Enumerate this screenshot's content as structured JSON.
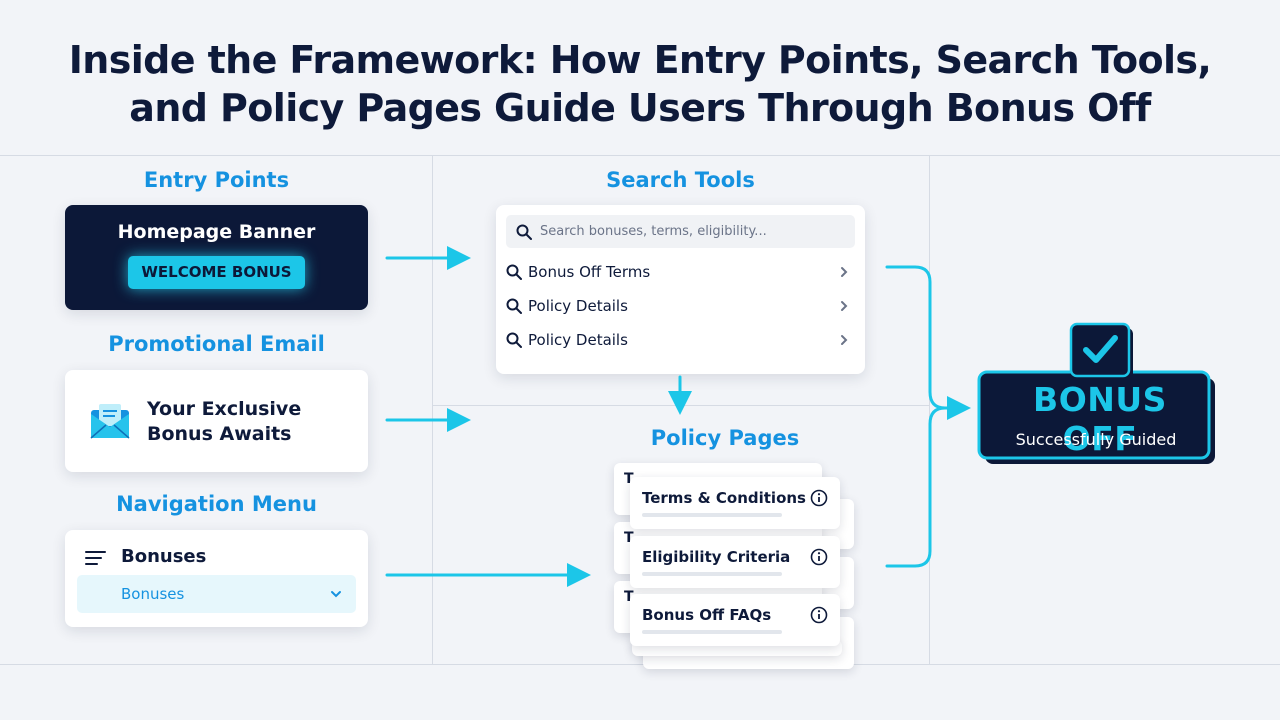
{
  "title": {
    "line1": "Inside the Framework: How Entry Points, Search Tools,",
    "line2": "and Policy Pages Guide Users Through Bonus Off"
  },
  "entry_points": {
    "title": "Entry Points",
    "banner": {
      "title": "Homepage Banner",
      "button": "WELCOME BONUS"
    }
  },
  "promotional_email": {
    "title": "Promotional Email",
    "line1": "Your Exclusive",
    "line2": "Bonus Awaits",
    "icon": "envelope-icon"
  },
  "navigation_menu": {
    "title": "Navigation Menu",
    "label": "Bonuses",
    "selected": "Bonuses",
    "icon": "menu-icon"
  },
  "search_tools": {
    "title": "Search Tools",
    "placeholder": "Search bonuses, terms, eligibility...",
    "results": [
      "Bonus Off Terms",
      "Policy Details",
      "Policy Details"
    ]
  },
  "policy_pages": {
    "title": "Policy Pages",
    "items": [
      "Terms & Conditions",
      "Eligibility Criteria",
      "Bonus Off FAQs"
    ],
    "ghost_letter": "T"
  },
  "outcome": {
    "title": "BONUS OFF",
    "subtitle": "Successfully Guided",
    "icon": "checkmark-icon"
  },
  "colors": {
    "accent": "#1cc6e8",
    "heading_blue": "#1592e0",
    "navy": "#0c1838",
    "background": "#f2f4f8"
  }
}
